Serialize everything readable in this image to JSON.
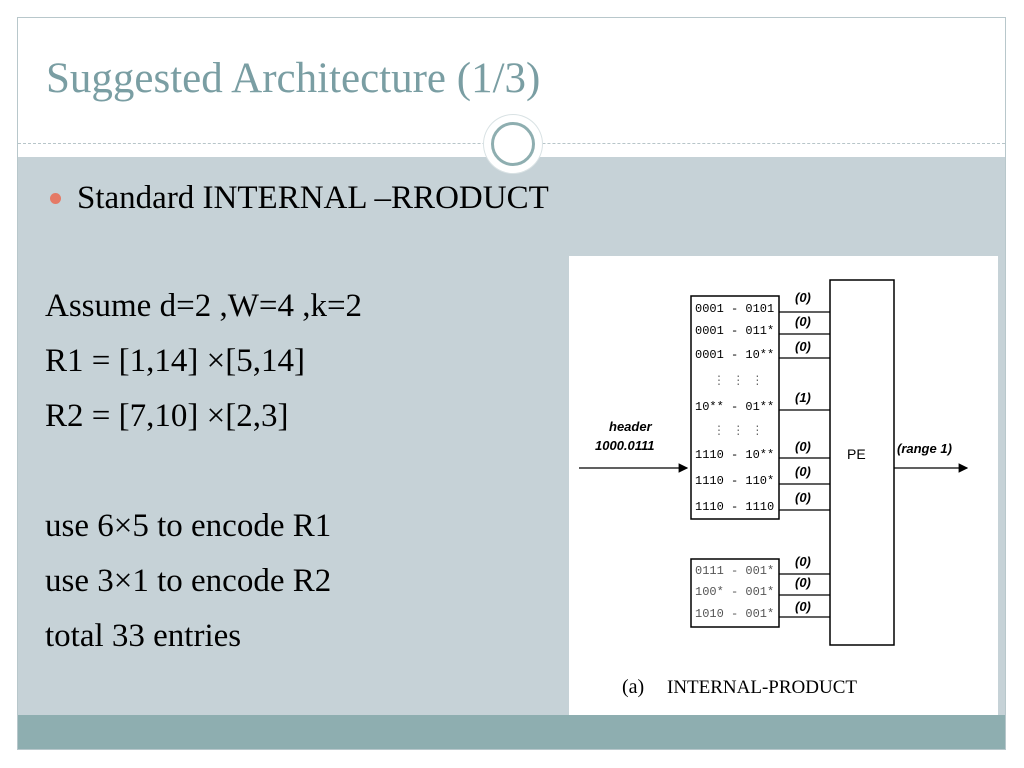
{
  "slide": {
    "title": "Suggested Architecture (1/3)",
    "bullet": "Standard  INTERNAL –RRODUCT",
    "lines": [
      "Assume  d=2 ,W=4 ,k=2",
      "R1 = [1,14] ×[5,14]",
      "R2 = [7,10] ×[2,3]",
      "",
      "use 6×5 to encode R1",
      "use 3×1 to encode R2",
      "total 33 entries"
    ],
    "colors": {
      "title": "#7a9ea3",
      "content_bg": "#c6d2d7",
      "footer": "#8eaeb0",
      "bullet": "#e57a66"
    }
  },
  "figure": {
    "input_label_1": "header",
    "input_label_2": "1000.0111",
    "pe_label": "PE",
    "output_label": "(range 1)",
    "caption_prefix": "(a)",
    "caption": "INTERNAL-PRODUCT",
    "table1": [
      {
        "entry": "0001 - 0101",
        "out": "(0)"
      },
      {
        "entry": "0001 - 011*",
        "out": "(0)"
      },
      {
        "entry": "0001 - 10**",
        "out": "(0)"
      },
      {
        "entry": "⋮   ⋮   ⋮",
        "out": ""
      },
      {
        "entry": "10** - 01**",
        "out": "(1)"
      },
      {
        "entry": "⋮   ⋮   ⋮",
        "out": ""
      },
      {
        "entry": "1110 - 10**",
        "out": "(0)"
      },
      {
        "entry": "1110 - 110*",
        "out": "(0)"
      },
      {
        "entry": "1110 - 1110",
        "out": "(0)"
      }
    ],
    "table2": [
      {
        "entry": "0111 - 001*",
        "out": "(0)"
      },
      {
        "entry": "100* - 001*",
        "out": "(0)"
      },
      {
        "entry": "1010 - 001*",
        "out": "(0)"
      }
    ]
  }
}
